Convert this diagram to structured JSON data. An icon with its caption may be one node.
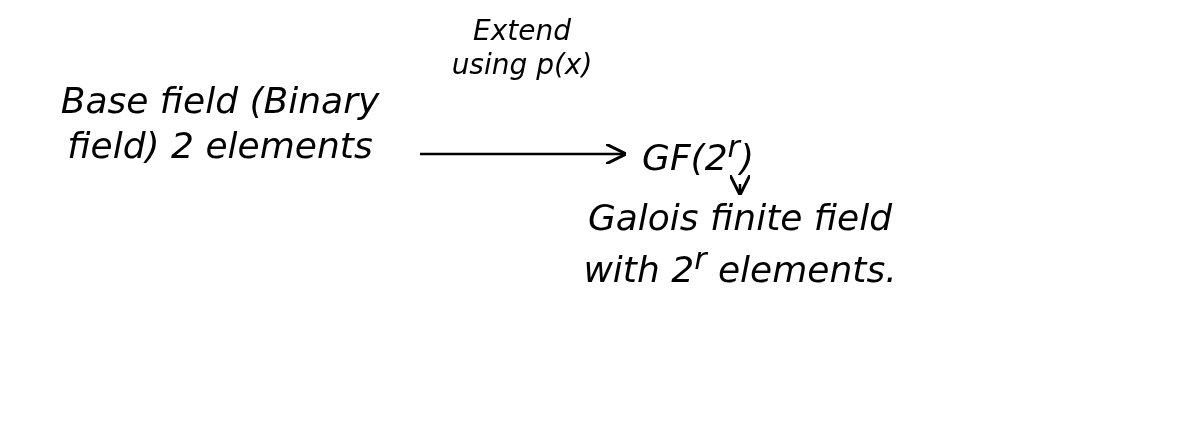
{
  "diagram": {
    "nodes": [
      {
        "text": [
          "Base field (Binary field) 2 elements"
        ]
      },
      {
        "text": [
          "GF(2$^{r}$)"
        ]
      },
      {
        "text": [
          "Galois finite field with 2$^{r}$ elements."
        ]
      }
    ],
    "edges": [
      {
        "from": 0,
        "to": 1,
        "arrow": "to",
        "label": "Extend using p(x)"
      },
      {
        "from": 1,
        "to": 2,
        "arrow": "to"
      }
    ]
  }
}
